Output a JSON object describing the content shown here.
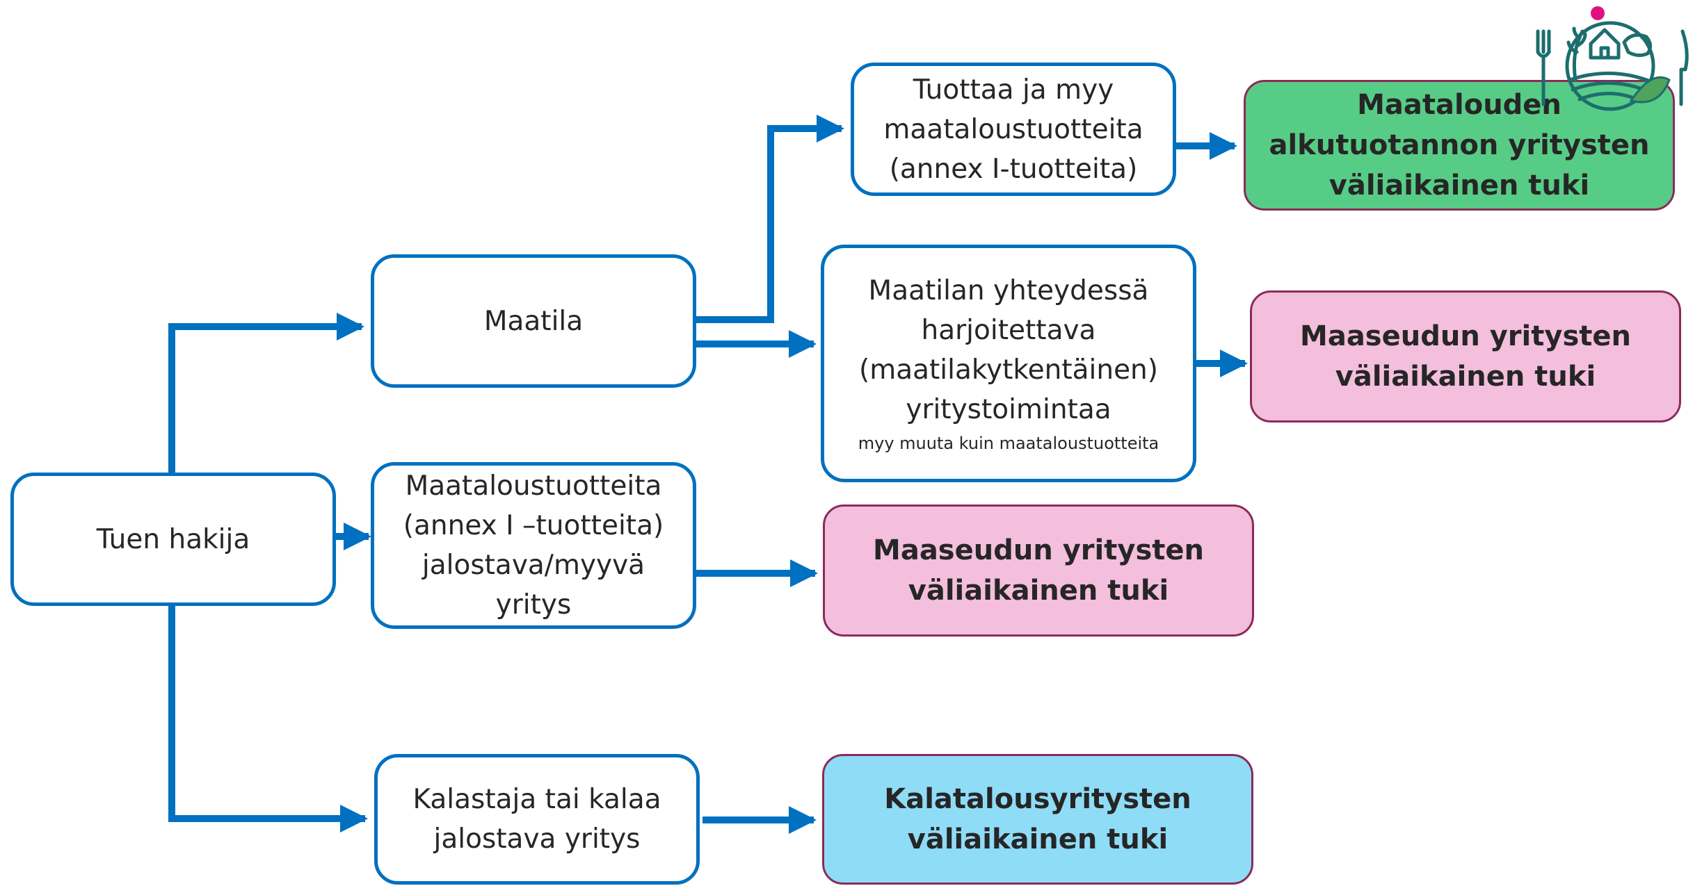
{
  "nodes": {
    "applicant": {
      "lines": [
        "Tuen hakija"
      ]
    },
    "farm": {
      "lines": [
        "Maatila"
      ]
    },
    "processor": {
      "lines": [
        "Maataloustuotteita",
        "(annex I –tuotteita)",
        "jalostava/myyvä",
        "yritys"
      ]
    },
    "fisher": {
      "lines": [
        "Kalastaja tai kalaa",
        "jalostava yritys"
      ]
    },
    "produces": {
      "lines": [
        "Tuottaa ja myy",
        "maataloustuotteita",
        "(annex I-tuotteita)"
      ]
    },
    "farm_business": {
      "lines": [
        "Maatilan yhteydessä",
        "harjoitettava",
        "(maatilakytkentäinen)",
        "yritystoimintaa"
      ],
      "note": "myy muuta kuin maataloustuotteita"
    }
  },
  "results": {
    "primary": {
      "lines": [
        "Maatalouden",
        "alkutuotannon yritysten",
        "väliaikainen tuki"
      ],
      "color": "#57cc86"
    },
    "rural_1": {
      "lines": [
        "Maaseudun yritysten",
        "väliaikainen tuki"
      ],
      "color": "#f4bedd"
    },
    "rural_2": {
      "lines": [
        "Maaseudun yritysten",
        "väliaikainen tuki"
      ],
      "color": "#f4bedd"
    },
    "fishery": {
      "lines": [
        "Kalatalousyritysten",
        "väliaikainen tuki"
      ],
      "color": "#8fdcf7"
    }
  },
  "colors": {
    "connector": "#0070c0",
    "node_border": "#0070c0",
    "result_border": "#8a2b5a",
    "logo": "#1d6e6e",
    "logo_accent": "#e0117f"
  }
}
